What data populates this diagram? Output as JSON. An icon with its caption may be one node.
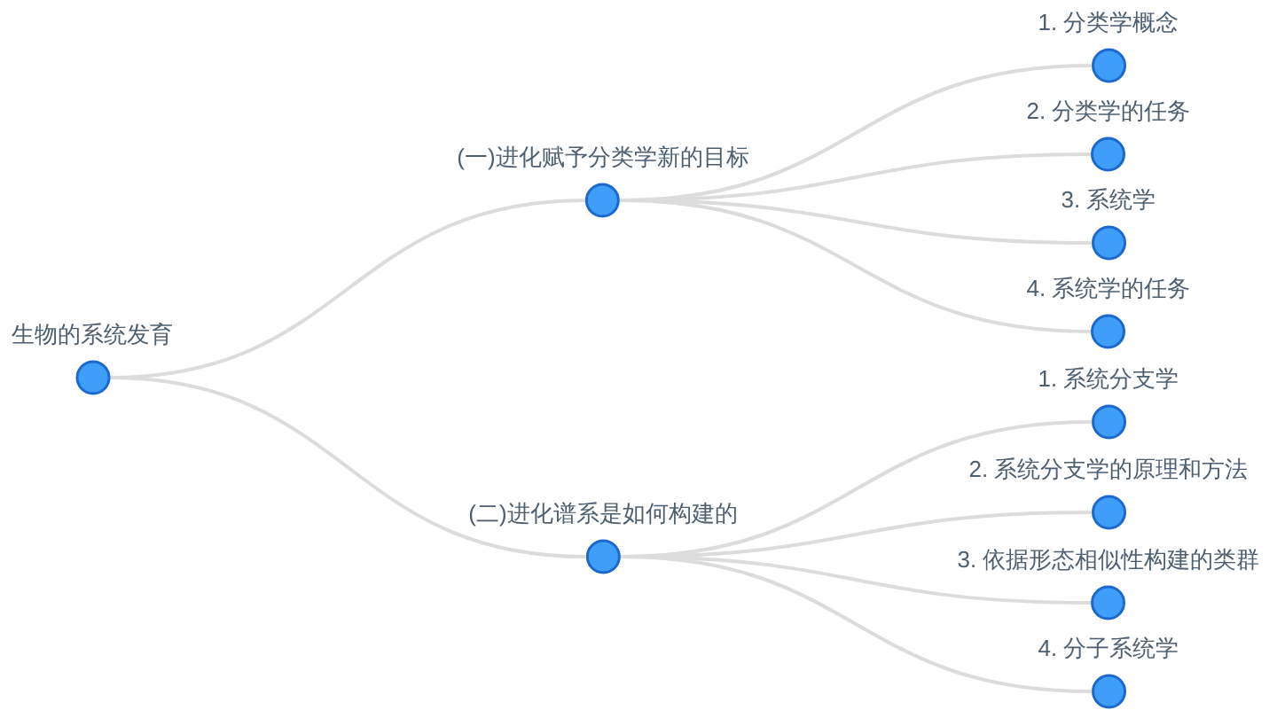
{
  "diagram": {
    "nodes": [
      {
        "text": [
          "生物的系统发育"
        ]
      },
      {
        "text": [
          "(一)进化赋予分类学新的目标"
        ]
      },
      {
        "text": [
          "1. 分类学概念"
        ]
      },
      {
        "text": [
          "2. 分类学的任务"
        ]
      },
      {
        "text": [
          "3. 系统学"
        ]
      },
      {
        "text": [
          "4. 系统学的任务"
        ]
      },
      {
        "text": [
          "(二)进化谱系是如何构建的"
        ]
      },
      {
        "text": [
          "1. 系统分支学"
        ]
      },
      {
        "text": [
          "2. 系统分支学的原理和方法"
        ]
      },
      {
        "text": [
          "3. 依据形态相似性构建的类群"
        ]
      },
      {
        "text": [
          "4. 分子系统学"
        ]
      }
    ],
    "edges": [
      {
        "from": 0,
        "to": 1,
        "arrow": "none"
      },
      {
        "from": 0,
        "to": 6,
        "arrow": "none"
      },
      {
        "from": 1,
        "to": 2,
        "arrow": "none"
      },
      {
        "from": 1,
        "to": 3,
        "arrow": "none"
      },
      {
        "from": 1,
        "to": 4,
        "arrow": "none"
      },
      {
        "from": 1,
        "to": 5,
        "arrow": "none"
      },
      {
        "from": 6,
        "to": 7,
        "arrow": "none"
      },
      {
        "from": 6,
        "to": 8,
        "arrow": "none"
      },
      {
        "from": 6,
        "to": 9,
        "arrow": "none"
      },
      {
        "from": 6,
        "to": 10,
        "arrow": "none"
      }
    ]
  }
}
